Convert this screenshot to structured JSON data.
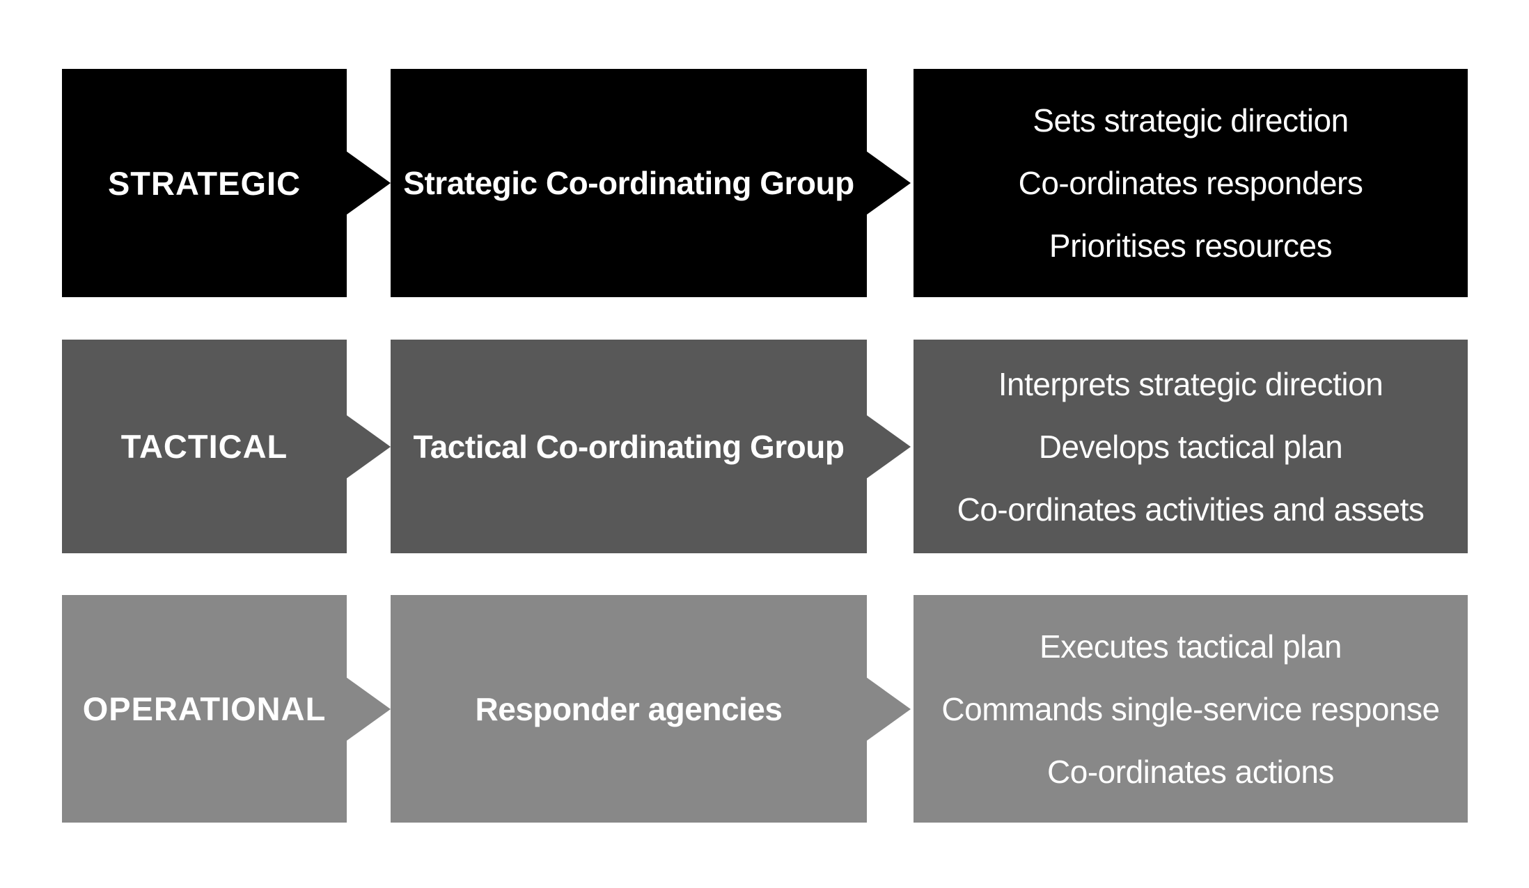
{
  "colors": {
    "strategic": "#000000",
    "tactical": "#585858",
    "operational": "#888888",
    "text": "#ffffff",
    "background": "#ffffff"
  },
  "rows": [
    {
      "level": "STRATEGIC",
      "group": "Strategic Co-ordinating Group",
      "duties": [
        "Sets strategic direction",
        "Co-ordinates responders",
        "Prioritises resources"
      ]
    },
    {
      "level": "TACTICAL",
      "group": "Tactical Co-ordinating Group",
      "duties": [
        "Interprets strategic direction",
        "Develops tactical plan",
        "Co-ordinates activities and assets"
      ]
    },
    {
      "level": "OPERATIONAL",
      "group": "Responder agencies",
      "duties": [
        "Executes tactical plan",
        "Commands single-service response",
        "Co-ordinates actions"
      ]
    }
  ]
}
